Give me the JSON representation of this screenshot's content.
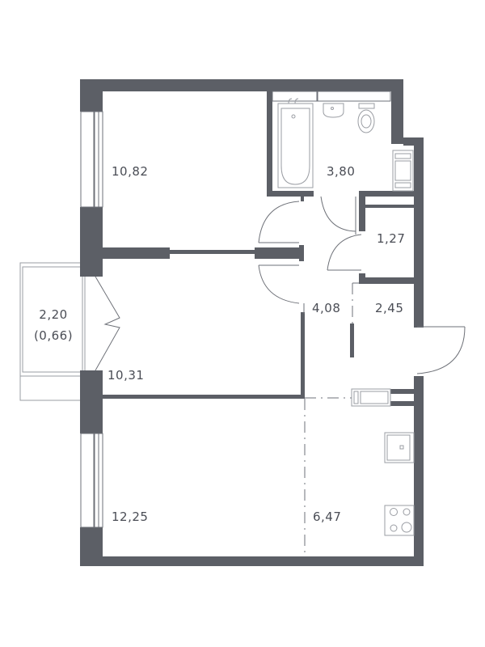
{
  "colors": {
    "wall": "#5c5f66",
    "line": "#6e7178",
    "fixture": "#9a9da3",
    "background": "#ffffff",
    "text": "#4a4d55"
  },
  "rooms": [
    {
      "id": "bedroom-top",
      "area": "10,82"
    },
    {
      "id": "bathroom",
      "area": "3,80"
    },
    {
      "id": "wc-closet",
      "area": "1,27"
    },
    {
      "id": "balcony",
      "area": "2,20",
      "sub_area": "(0,66)"
    },
    {
      "id": "hallway",
      "area": "4,08"
    },
    {
      "id": "entry",
      "area": "2,45"
    },
    {
      "id": "bedroom-middle",
      "area": "10,31"
    },
    {
      "id": "living-room",
      "area": "12,25"
    },
    {
      "id": "kitchen",
      "area": "6,47"
    }
  ]
}
